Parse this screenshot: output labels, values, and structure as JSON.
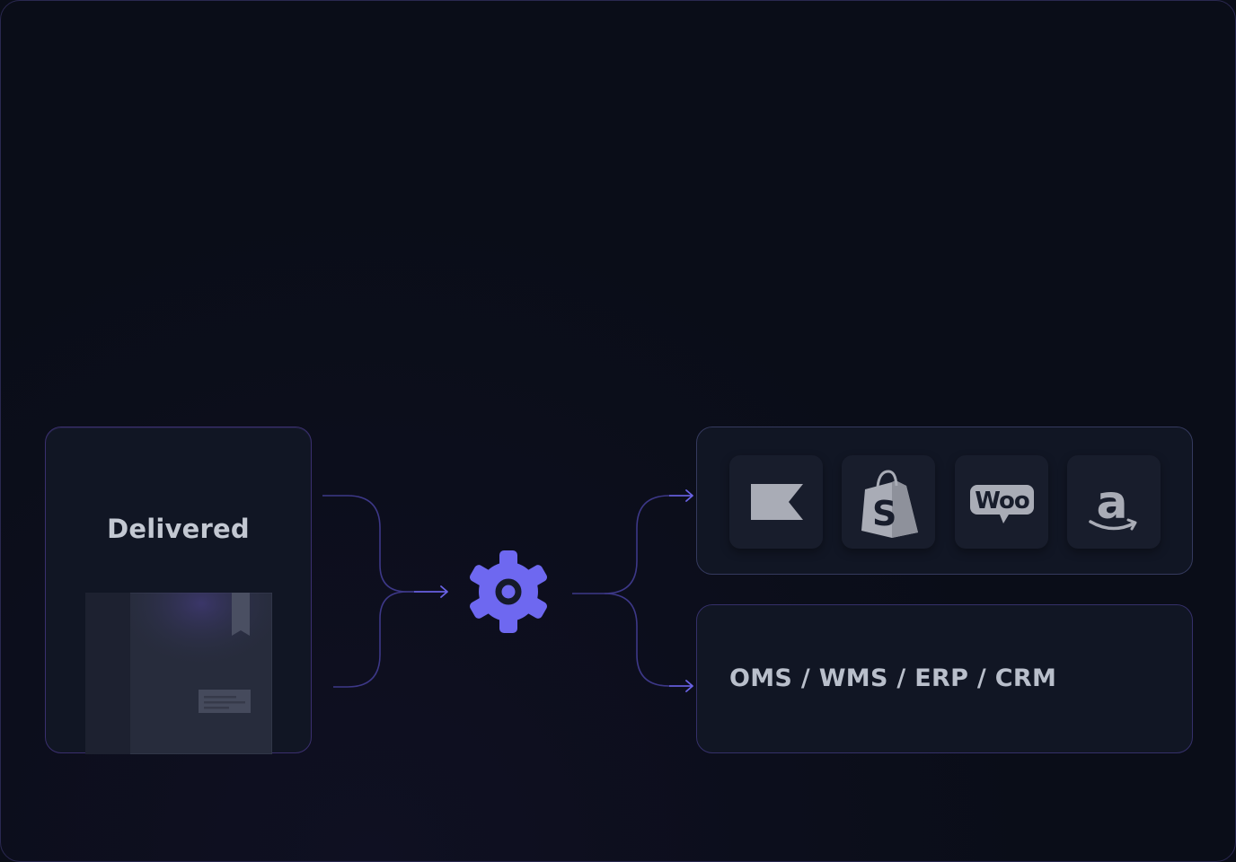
{
  "source_card": {
    "label": "Delivered"
  },
  "processor": {
    "icon": "gear-icon",
    "color": "#6e68f0"
  },
  "platforms": [
    {
      "name": "klaviyo",
      "icon": "klaviyo-flag-icon"
    },
    {
      "name": "shopify",
      "icon": "shopify-bag-icon"
    },
    {
      "name": "woocommerce",
      "icon": "woo-logo-icon"
    },
    {
      "name": "amazon",
      "icon": "amazon-logo-icon"
    }
  ],
  "systems_card": {
    "label": "OMS / WMS / ERP / CRM"
  },
  "colors": {
    "background": "#0a0d18",
    "card": "#111624",
    "accent": "#6e68f0",
    "connector": "#3a3580",
    "text": "#c3c8d2",
    "logo": "#a9acb6"
  }
}
